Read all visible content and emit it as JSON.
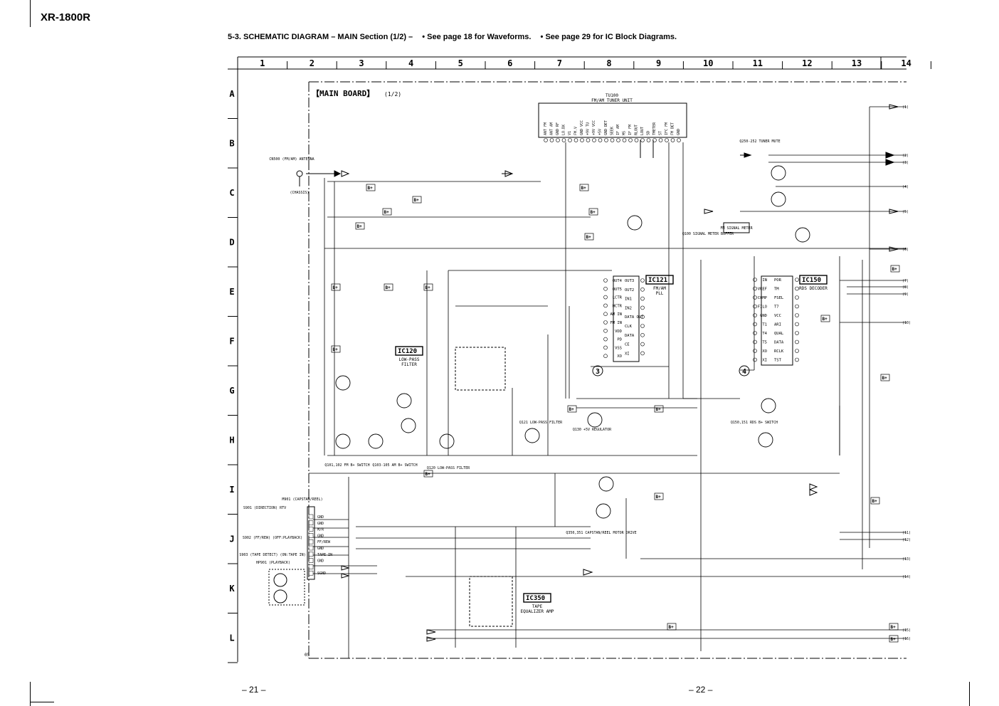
{
  "model": "XR-1800R",
  "heading": {
    "title": "5-3.   SCHEMATIC  DIAGRAM  – MAIN Section (1/2) –",
    "note1": "• See page 18 for Waveforms.",
    "note2": "• See page 29 for IC Block Diagrams."
  },
  "columns": [
    "1",
    "2",
    "3",
    "4",
    "5",
    "6",
    "7",
    "8",
    "9",
    "10",
    "11",
    "12",
    "13",
    "14"
  ],
  "rows": [
    "A",
    "B",
    "C",
    "D",
    "E",
    "F",
    "G",
    "H",
    "I",
    "J",
    "K",
    "L"
  ],
  "board_title": "【MAIN BOARD】",
  "board_sub": "(1/2)",
  "tuner": {
    "ref": "TU100",
    "name": "FM/AM TUNER UNIT"
  },
  "ic_labels": [
    {
      "ref": "IC120",
      "desc1": "LOW-PASS",
      "desc2": "FILTER"
    },
    {
      "ref": "IC121",
      "desc1": "FM/AM",
      "desc2": "PLL"
    },
    {
      "ref": "IC150",
      "desc1": "RDS DECODER",
      "desc2": ""
    },
    {
      "ref": "IC350",
      "desc1": "TAPE",
      "desc2": "EQUALIZER AMP"
    }
  ],
  "callouts": [
    "3",
    "4"
  ],
  "labels": {
    "antenna": "CN500 (FM/AM) ANTENNA",
    "chassis": "(CHASSIS)",
    "tuner_mute": "Q250-252 TUNER MUTE",
    "signal_buffer": "Q100 SIGNAL METER BUFFER",
    "fm_signal_meter": "FM SIGNAL METER",
    "q101": "Q101,102 FM B+ SWITCH",
    "q103": "Q103-105 AM B+ SWITCH",
    "q120": "Q120 LOW-PASS FILTER",
    "q121": "Q121 LOW-PASS FILTER",
    "q130": "Q130 +5V REGULATOR",
    "q151": "Q150,151 RDS B+ SWITCH",
    "q350": "Q350,351 CAPSTAN/REEL MOTOR DRIVE",
    "s901": "S901 (DIRECTION) RTV",
    "m901": "M901 (CAPSTAN/REEL)",
    "s902": "S902 (FF/REW) (OFF:PLAYBACK)",
    "s903": "S903 (TAPE DETECT) (ON:TAPE IN)",
    "hp901": "HP901 (PLAYBACK)",
    "cn_pins": [
      "GND",
      "GND",
      "M/R",
      "GND",
      "FF/REW",
      "GND",
      "TAPE IN",
      "GND",
      "",
      "SGND"
    ],
    "pll_left": [
      "OUT4",
      "OUT5",
      "LCTR",
      "HCTR",
      "AM IN",
      "FM IN",
      "VDD",
      "PD",
      "VSS",
      "XO"
    ],
    "pll_right": [
      "OUT3",
      "OUT2",
      "IN1",
      "IN2",
      "DATA OUT",
      "CLK",
      "DATA",
      "CE",
      "XI"
    ],
    "rds_left": [
      "IN",
      "VREF",
      "COMP",
      "FILO",
      "GND",
      "T1",
      "T4",
      "T5",
      "XO",
      "XI"
    ],
    "rds_right": [
      "POR",
      "TM",
      "FSEL",
      "T7",
      "VCC",
      "ARI",
      "QUAL",
      "DATA",
      "RCLK",
      "TST"
    ],
    "tuner_pins": [
      "ANT FM",
      "ANT AM",
      "GND RF",
      "LO.DX",
      "V1",
      "FM.V",
      "GND VCC",
      "+9V TU",
      "+9V VCC",
      "+5V",
      "GND DET",
      "SEEK",
      "IF AM",
      "MS",
      "IF FM",
      "RLOUT",
      "LOUT",
      "SD",
      "TMETER",
      "ST",
      "IFC FM",
      "FM DET",
      "GND"
    ],
    "right_terminals": [
      "(1)",
      "(2)",
      "(3)",
      "(4)",
      "(5)",
      "(6)",
      "(7)",
      "(8)",
      "(9)",
      "(10)",
      "(11)",
      "(12)",
      "(13)",
      "(14)",
      "(15)",
      "(16)"
    ],
    "bplus": "B+",
    "bottom_label": "05"
  },
  "page_left": "– 21 –",
  "page_right": "– 22 –"
}
